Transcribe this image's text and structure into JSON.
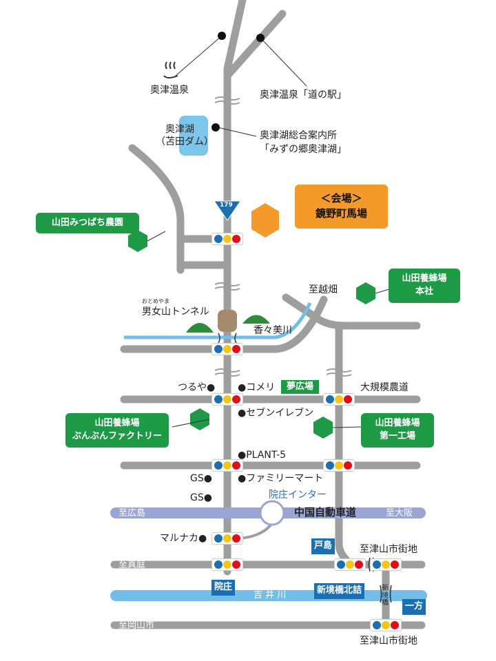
{
  "colors": {
    "road": "#9e9e9e",
    "highway": "#9aa5d6",
    "river": "#74bde6",
    "green": "#1e9a47",
    "orange": "#f39a2b",
    "blue": "#1a6fb0"
  },
  "labels": {
    "okutsu_onsen": "奥津温泉",
    "michi_no_eki": "奥津温泉「道の駅」",
    "okutsu_lake": "奥津湖",
    "tomata_dam": "（苫田ダム）",
    "info_center_1": "奥津湖総合案内所",
    "info_center_2": "「みずの郷奥津湖」",
    "route": "179",
    "venue_1": "＜会場＞",
    "venue_2": "鏡野町馬場",
    "mitsubachi_farm": "山田みつばち農園",
    "honsha_1": "山田養蜂場",
    "honsha_2": "本社",
    "to_koshihata": "至越畑",
    "tunnel_ruby": "おとめやま",
    "tunnel": "男女山トンネル",
    "kagami_river": "香々美川",
    "tsuruya": "つるや",
    "komeri": "コメリ",
    "yume_hiroba": "夢広場",
    "farm_road": "大規模農道",
    "bunbun_1": "山田養蜂場",
    "bunbun_2": "ぶんぶんファクトリー",
    "seven": "セブンイレブン",
    "factory_1": "山田養蜂場",
    "factory_2": "第一工場",
    "plant5": "PLANT-5",
    "gs1": "GS",
    "gs2": "GS",
    "familymart": "ファミリーマート",
    "innosho_ic": "院庄インター",
    "to_hiroshima": "至広島",
    "chugoku_expressway": "中国自動車道",
    "to_osaka": "至大阪",
    "marunaka": "マルナカ",
    "toshima": "戸島",
    "to_tsuyama_1": "至津山市街地",
    "to_maniwa": "至真庭",
    "innosho": "院庄",
    "yoshii_river": "吉 井 川",
    "shinsakaibashi_kitazume": "新境橋北詰",
    "shinsakaibashi": "新境橋",
    "ippo": "一方",
    "to_okayama": "至岡山市",
    "to_tsuyama_2": "至津山市街地"
  }
}
